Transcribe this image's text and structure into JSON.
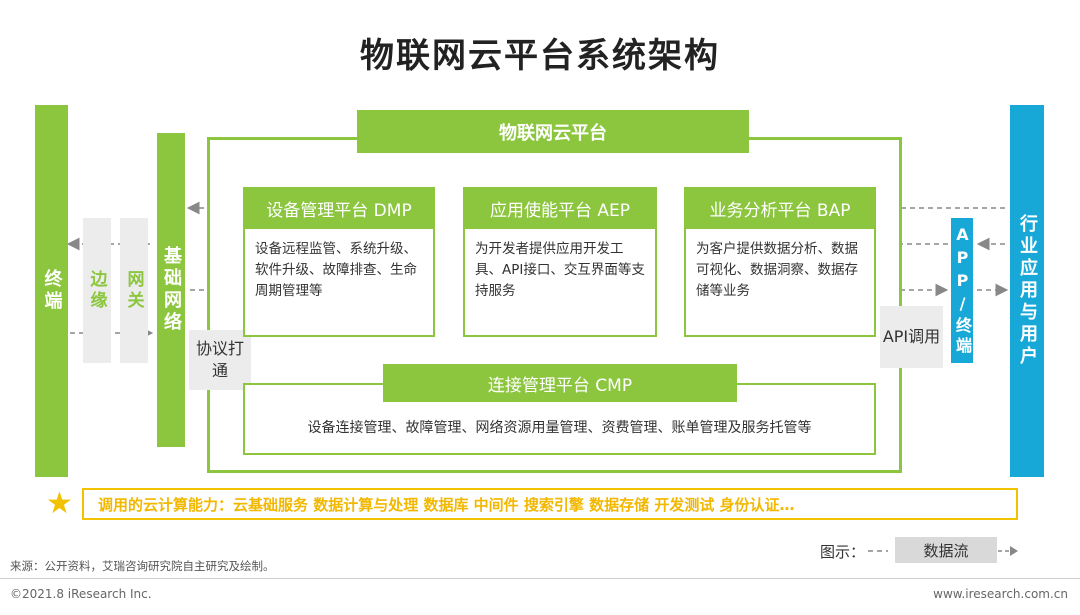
{
  "title": "物联网云平台系统架构",
  "terminal_label": "终端",
  "edge_label": "边缘",
  "gateway_label": "网关",
  "basenet_label": "基础网络",
  "protocol_label": "协议打通",
  "platform": {
    "title": "物联网云平台",
    "dmp": {
      "head": "设备管理平台 DMP",
      "text": "设备远程监管、系统升级、软件升级、故障排查、生命周期管理等"
    },
    "aep": {
      "head": "应用使能平台 AEP",
      "text": "为开发者提供应用开发工具、API接口、交互界面等支持服务"
    },
    "bap": {
      "head": "业务分析平台 BAP",
      "text": "为客户提供数据分析、数据可视化、数据洞察、数据存储等业务"
    },
    "cmp": {
      "head": "连接管理平台 CMP",
      "text": "设备连接管理、故障管理、网络资源用量管理、资费管理、账单管理及服务托管等"
    }
  },
  "api_label": "API调用",
  "app_label": "APP/终端",
  "industry_label": "行业应用与用户",
  "ability_text": "调用的云计算能力：云基础服务  数据计算与处理  数据库  中间件  搜索引擎  数据存储   开发测试  身份认证…",
  "legend": {
    "label": "图示：",
    "item": "数据流"
  },
  "source": "来源：公开资料，艾瑞咨询研究院自主研究及绘制。",
  "copyright": "©2021.8 iResearch Inc.",
  "website": "www.iresearch.com.cn",
  "colors": {
    "green": "#8cc63f",
    "blue": "#18a8d8",
    "yellow": "#f2c200",
    "gray": "#ececec"
  }
}
